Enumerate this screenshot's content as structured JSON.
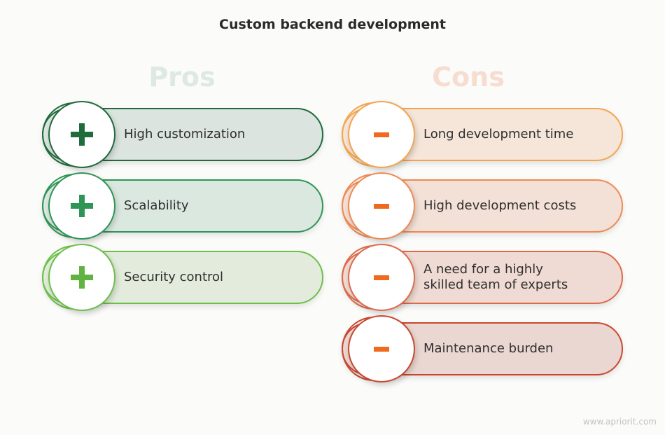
{
  "title": "Custom backend development",
  "pros": {
    "heading": "Pros",
    "items": [
      {
        "label": "High customization",
        "icon": "plus-icon",
        "color": "#1f6b3b"
      },
      {
        "label": "Scalability",
        "icon": "plus-icon",
        "color": "#2f9556"
      },
      {
        "label": "Security control",
        "icon": "plus-icon",
        "color": "#6cc04a"
      }
    ]
  },
  "cons": {
    "heading": "Cons",
    "items": [
      {
        "label": "Long development time",
        "icon": "minus-icon",
        "color": "#f5a44e"
      },
      {
        "label": "High development costs",
        "icon": "minus-icon",
        "color": "#ef8a53"
      },
      {
        "label": "A need for a highly skilled team of experts",
        "icon": "minus-icon",
        "color": "#de6a4a"
      },
      {
        "label": "Maintenance burden",
        "icon": "minus-icon",
        "color": "#c9472f"
      }
    ]
  },
  "watermark": "www.apriorit.com"
}
